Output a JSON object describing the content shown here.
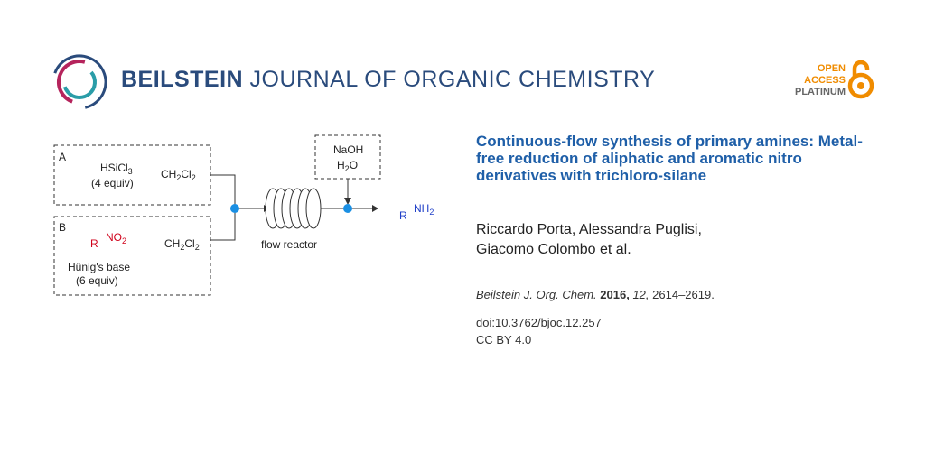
{
  "header": {
    "journal_bold": "BEILSTEIN",
    "journal_rest": "JOURNAL OF ORGANIC CHEMISTRY",
    "oa_line1": "OPEN",
    "oa_line2": "ACCESS",
    "oa_line3": "PLATINUM",
    "colors": {
      "brand": "#2a4b7c",
      "teal": "#2a9da8",
      "magenta": "#b5245c",
      "orange": "#f08c00"
    }
  },
  "scheme": {
    "box_a_label": "A",
    "reagent_a": "HSiCl",
    "reagent_a_sub": "3",
    "reagent_a_equiv": "(4 equiv)",
    "solvent": "CH",
    "solvent_sub1": "2",
    "solvent_mid": "Cl",
    "solvent_sub2": "2",
    "box_b_label": "B",
    "r_group": "R",
    "nitro": "NO",
    "nitro_sub": "2",
    "base": "Hünig's base",
    "base_equiv": "(6 equiv)",
    "quench_1": "NaOH",
    "quench_2": "H",
    "quench_2_sub": "2",
    "quench_2_end": "O",
    "reactor": "flow reactor",
    "product_r": "R",
    "product_nh": "NH",
    "product_sub": "2"
  },
  "article": {
    "title": "Continuous-flow synthesis of primary amines: Metal-free reduction of aliphatic and aromatic nitro derivatives with trichloro-silane",
    "authors_line1": "Riccardo Porta, Alessandra Puglisi,",
    "authors_line2": "Giacomo Colombo et al.",
    "journal_abbrev": "Beilstein J. Org. Chem.",
    "year": "2016,",
    "volume": "12,",
    "pages": "2614–2619.",
    "doi": "doi:10.3762/bjoc.12.257",
    "license": "CC BY 4.0"
  }
}
